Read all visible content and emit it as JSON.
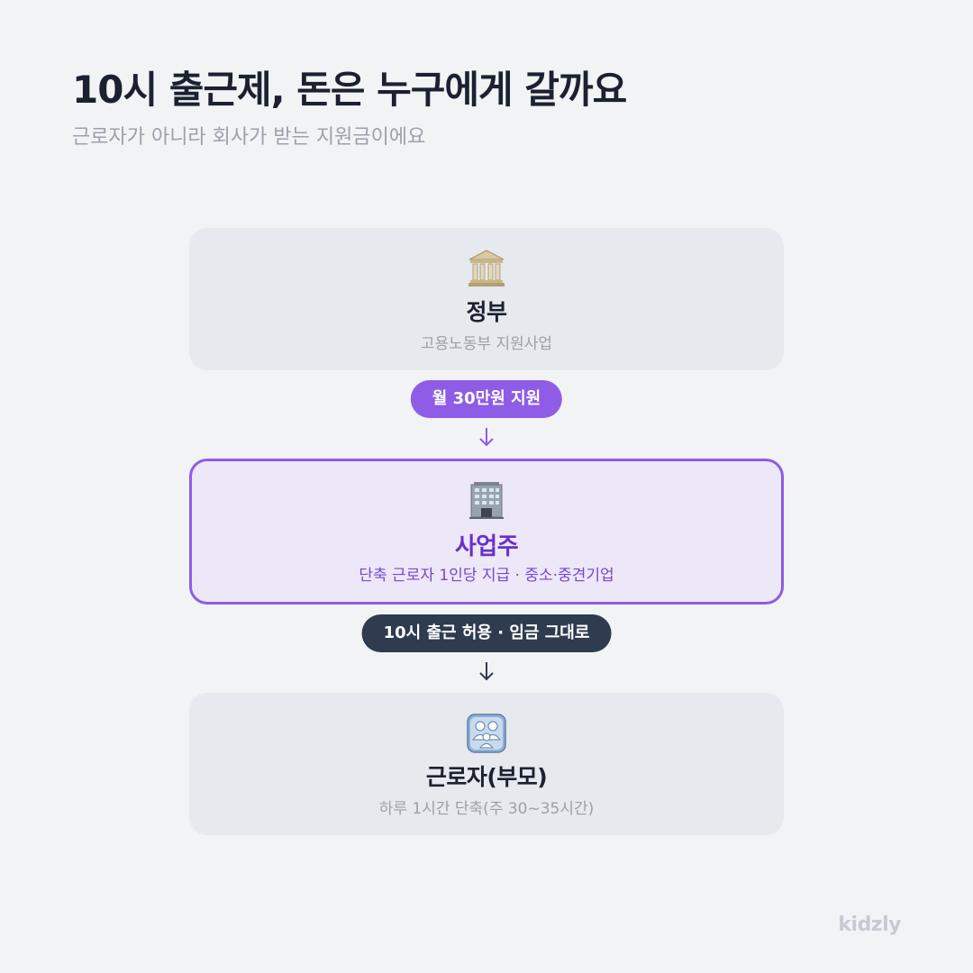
{
  "header": {
    "title": "10시 출근제, 돈은 누구에게 갈까요",
    "subtitle": "근로자가 아니라 회사가 받는 지원금이에요"
  },
  "flow": {
    "government": {
      "icon": "government-building-icon",
      "title": "정부",
      "subtitle": "고용노동부 지원사업"
    },
    "step1": {
      "label": "월 30만원 지원",
      "color": "#8e5ce6"
    },
    "employer": {
      "icon": "office-building-icon",
      "title": "사업주",
      "subtitle": "단축 근로자 1인당 지급 · 중소·중견기업",
      "accent": "#8e5ce6"
    },
    "step2": {
      "label": "10시 출근 허용 · 임금 그대로",
      "color": "#2f3b4f"
    },
    "worker": {
      "icon": "family-icon",
      "title": "근로자(부모)",
      "subtitle": "하루 1시간 단축(주 30~35시간)"
    }
  },
  "brand": "kidzly"
}
